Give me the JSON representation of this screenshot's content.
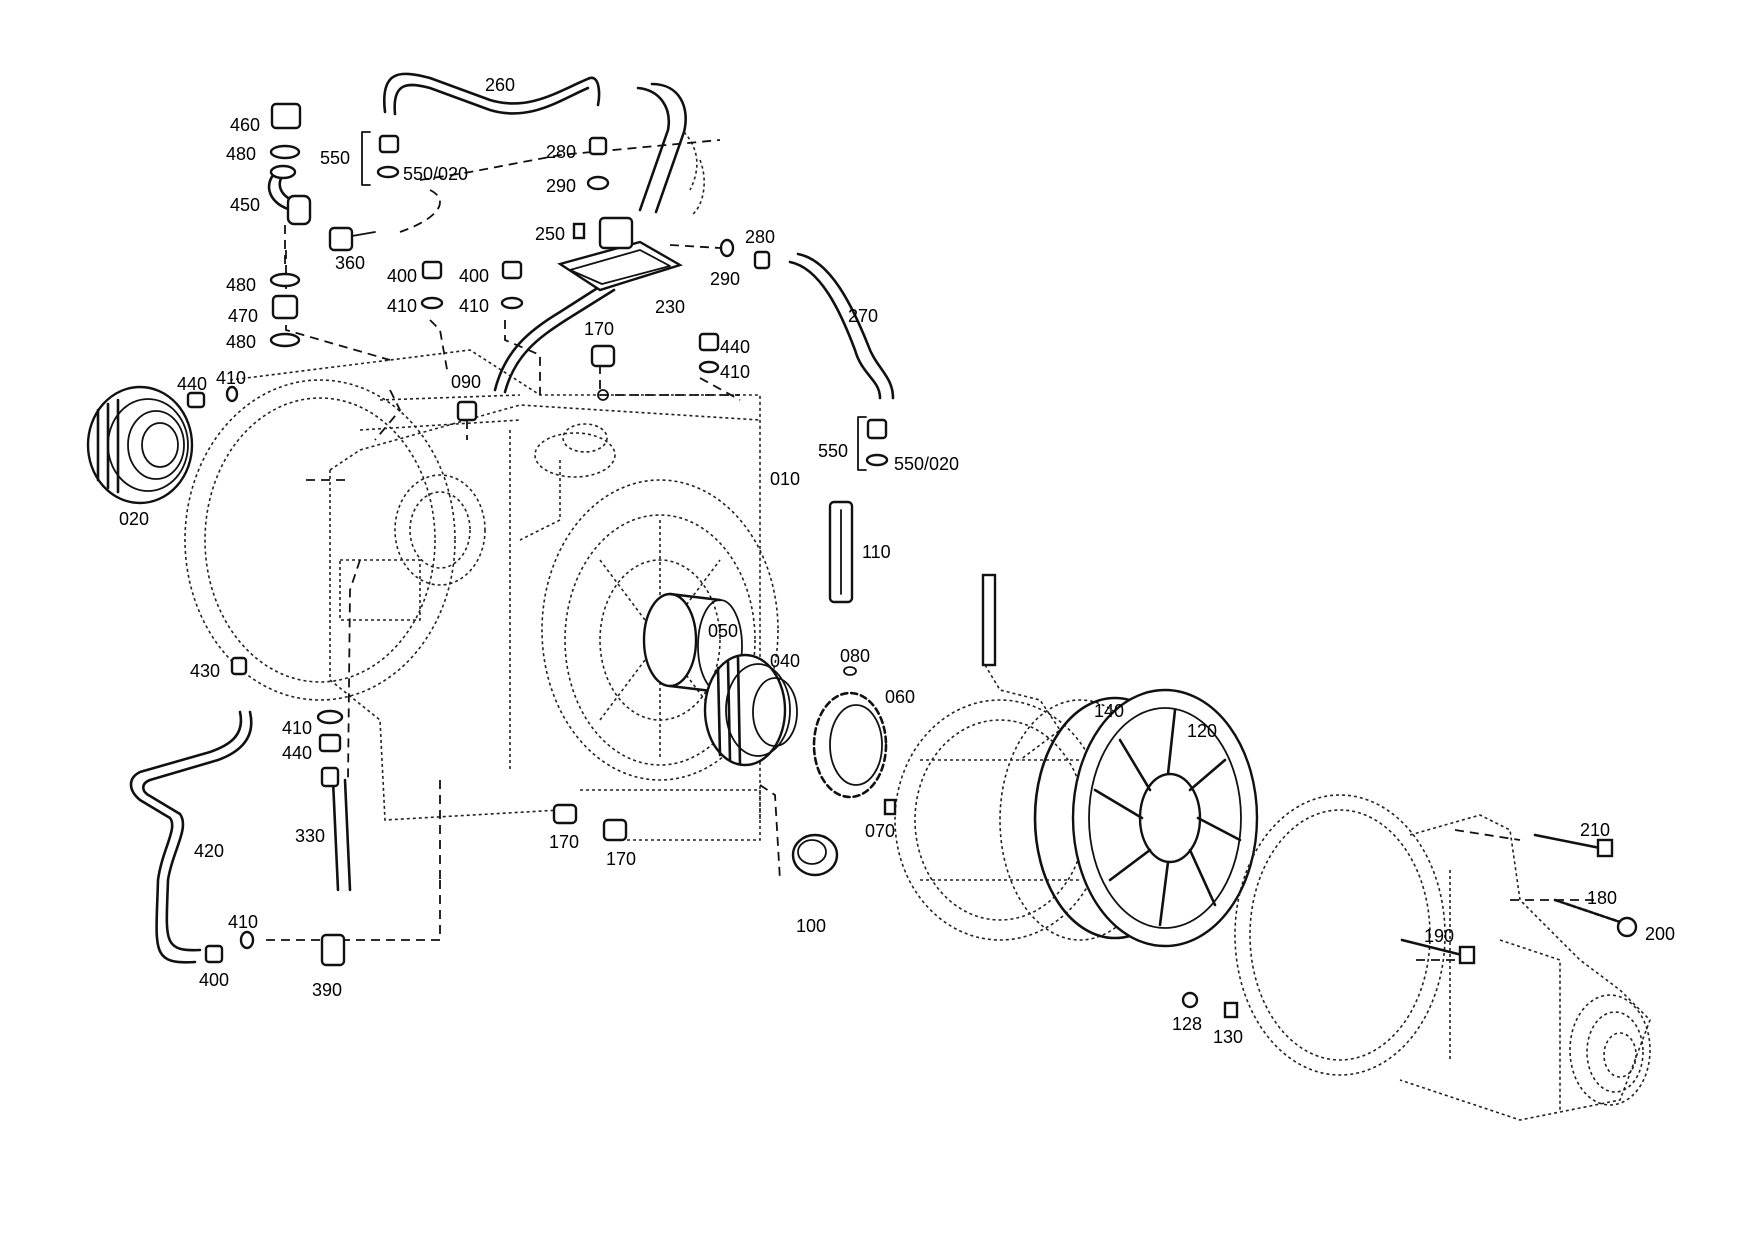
{
  "labels": {
    "l260": "260",
    "l460": "460",
    "l480a": "480",
    "l550a": "550",
    "l550020a": "550/020",
    "l280a": "280",
    "l290a": "290",
    "l450": "450",
    "l250": "250",
    "l280b": "280",
    "l360": "360",
    "l400a": "400",
    "l400b": "400",
    "l290b": "290",
    "l230": "230",
    "l480b": "480",
    "l410a": "410",
    "l410b": "410",
    "l470": "470",
    "l270": "270",
    "l480c": "480",
    "l170a": "170",
    "l440a": "440",
    "l410c": "410",
    "l440b": "440",
    "l410d": "410",
    "l090": "090",
    "l550b": "550",
    "l550020b": "550/020",
    "l010": "010",
    "l020": "020",
    "l110": "110",
    "l050": "050",
    "l040": "040",
    "l080": "080",
    "l430": "430",
    "l060": "060",
    "l140": "140",
    "l120": "120",
    "l410e": "410",
    "l440c": "440",
    "l070": "070",
    "l210": "210",
    "l330": "330",
    "l170b": "170",
    "l170c": "170",
    "l420": "420",
    "l180": "180",
    "l100": "100",
    "l200": "200",
    "l190": "190",
    "l410f": "410",
    "l400c": "400",
    "l390": "390",
    "l128": "128",
    "l130": "130"
  }
}
